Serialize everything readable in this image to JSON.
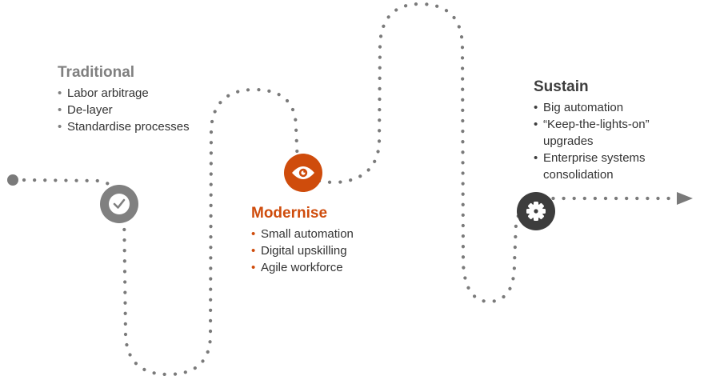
{
  "colors": {
    "path": "#7a7a7a",
    "traditional": "#808080",
    "modernise": "#cf4c0c",
    "sustain": "#3d3d3d"
  },
  "stages": [
    {
      "id": "traditional",
      "title": "Traditional",
      "icon": "checkmark-icon",
      "bullets": [
        "Labor arbitrage",
        "De-layer",
        "Standardise processes"
      ]
    },
    {
      "id": "modernise",
      "title": "Modernise",
      "icon": "eye-icon",
      "bullets": [
        "Small automation",
        "Digital upskilling",
        "Agile workforce"
      ]
    },
    {
      "id": "sustain",
      "title": "Sustain",
      "icon": "gear-icon",
      "bullets": [
        "Big automation",
        "“Keep-the-lights-on” upgrades",
        "Enterprise systems consolidation"
      ]
    }
  ],
  "bullet_glyph": "•"
}
